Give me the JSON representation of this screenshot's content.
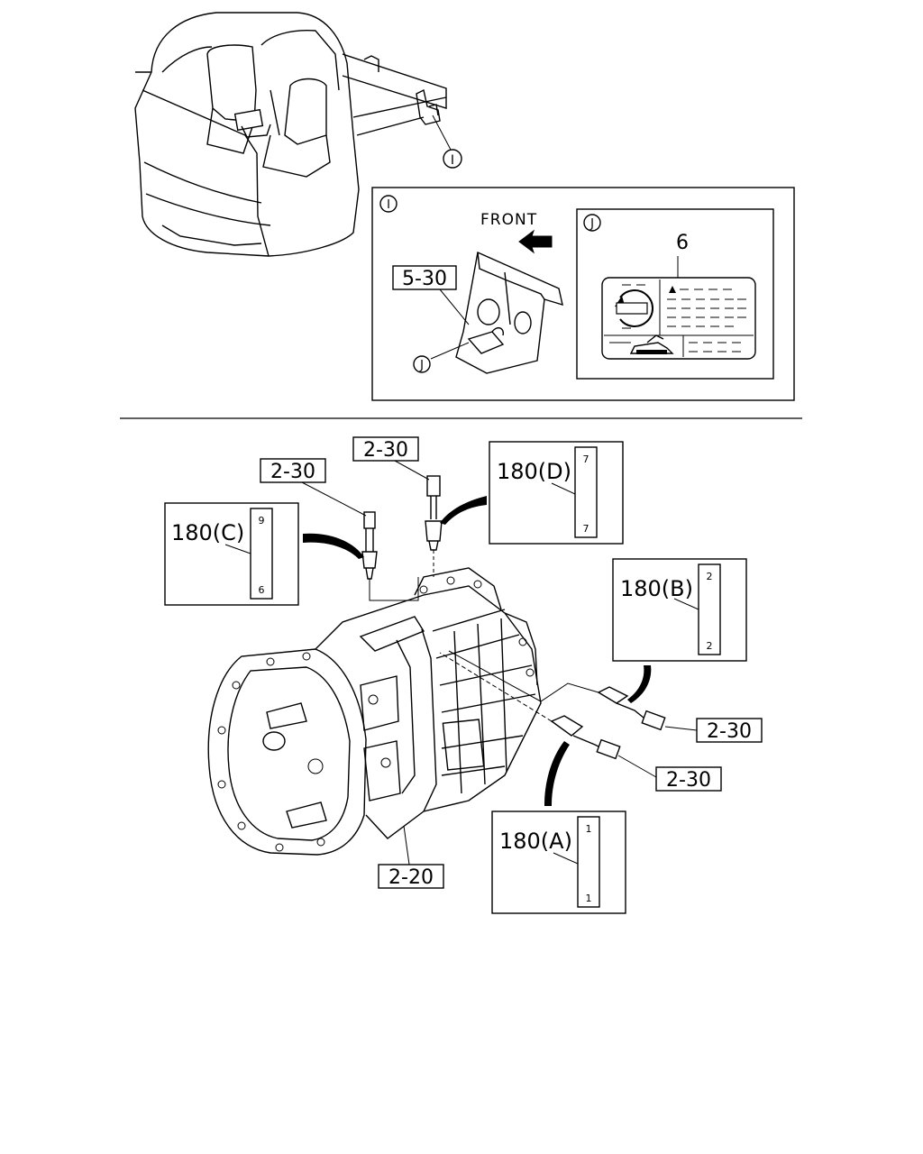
{
  "callouts": {
    "view_i_marker": "I",
    "view_i_title": "I",
    "view_j_title": "J",
    "view_j_ref": "J",
    "front": "FRONT",
    "ref_5_30": "5-30",
    "item_6": "6",
    "ref_2_30_a": "2-30",
    "ref_2_30_b": "2-30",
    "ref_2_30_c": "2-30",
    "ref_2_30_d": "2-30",
    "ref_2_20": "2-20"
  },
  "parts": [
    {
      "label": "180(C)",
      "code_top": "9",
      "code_bottom": "6"
    },
    {
      "label": "180(D)",
      "code_top": "7",
      "code_bottom": "7"
    },
    {
      "label": "180(B)",
      "code_top": "2",
      "code_bottom": "2"
    },
    {
      "label": "180(A)",
      "code_top": "1",
      "code_bottom": "1"
    }
  ]
}
